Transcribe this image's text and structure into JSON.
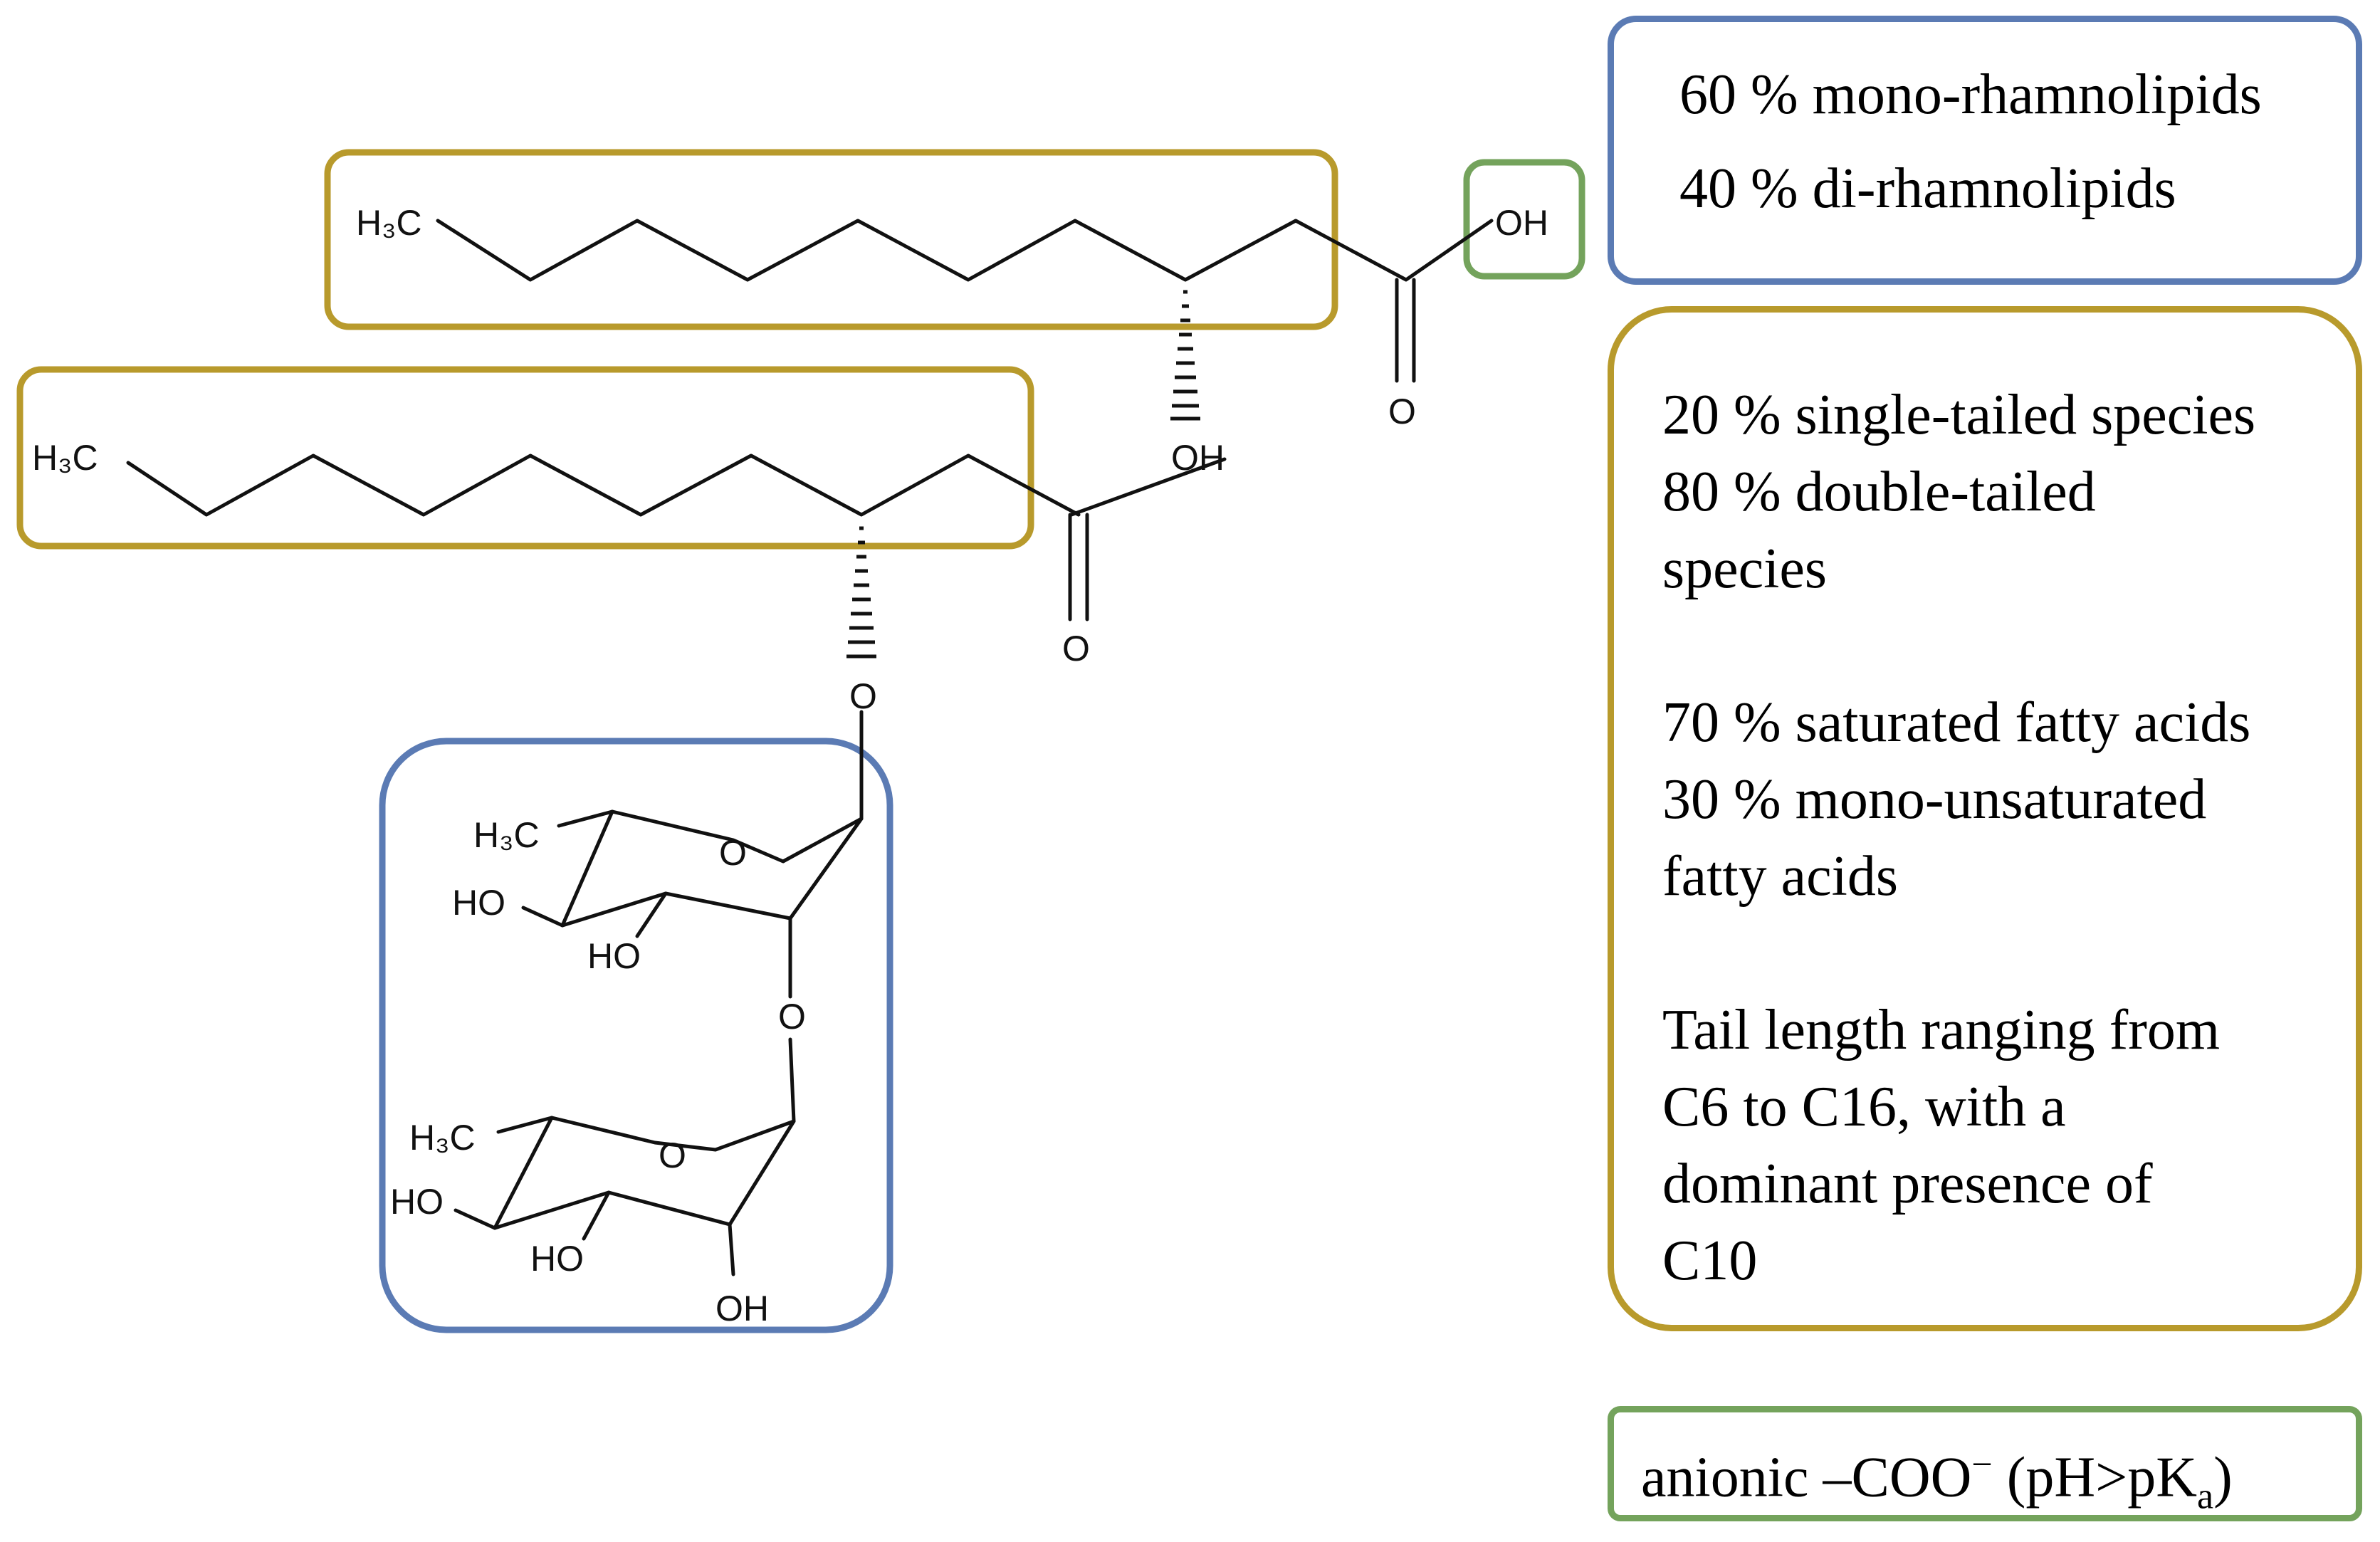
{
  "molecule": {
    "atoms": {
      "ch3_upper": "H₃C",
      "oh_acid": "OH",
      "o_carbonyl_upper": "O",
      "oh_beta": "OH",
      "ch3_lower": "H₃C",
      "o_carbonyl_lower": "O",
      "o_glycosidic": "O",
      "ch3_rha1": "H₃C",
      "o_ring_rha1": "O",
      "ho_rha1_a": "HO",
      "ho_rha1_b": "HO",
      "o_link": "O",
      "ch3_rha2": "H₃C",
      "o_ring_rha2": "O",
      "ho_rha2_a": "HO",
      "ho_rha2_b": "HO",
      "oh_rha2": "OH"
    }
  },
  "panels": {
    "headgroup_ratio": {
      "line1": "60 % mono-rhamnolipids",
      "line2": "40 % di-rhamnolipids"
    },
    "tails": {
      "line1": "20 % single-tailed species",
      "line2": "80 % double-tailed",
      "line3": "species",
      "line4": "70 % saturated fatty acids",
      "line5": "30 % mono-unsaturated",
      "line6": "fatty acids",
      "line7": "Tail length ranging from",
      "line8": "C6 to C16, with a",
      "line9": "dominant presence of",
      "line10": "C10"
    },
    "charge": {
      "prefix": "anionic –COO",
      "superscript": "−",
      "middle": " (pH>pK",
      "subscript": "a",
      "suffix": ")"
    }
  },
  "colors": {
    "tail_box": "#b89a2c",
    "headgroup_box": "#5b7bb4",
    "charge_box": "#74a35c"
  }
}
